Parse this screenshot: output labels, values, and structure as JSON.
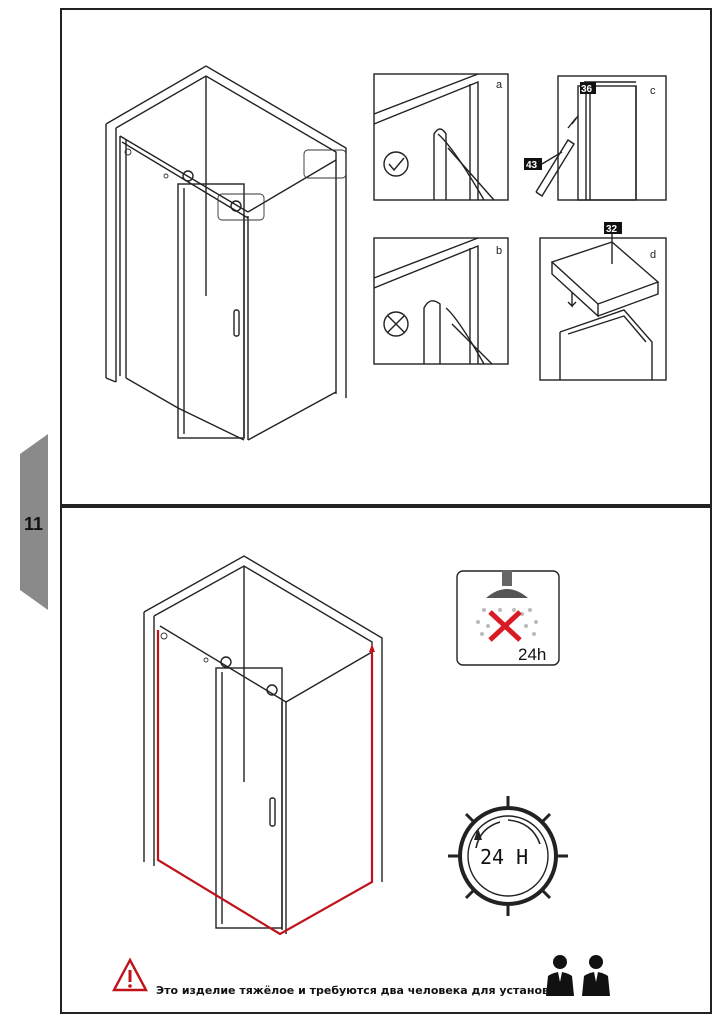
{
  "page": {
    "number": "11"
  },
  "top_panel": {
    "inset_a": {
      "letter": "a"
    },
    "inset_b": {
      "letter": "b"
    },
    "inset_c": {
      "letter": "c",
      "part_top": "36",
      "part_side": "43"
    },
    "inset_d": {
      "letter": "d",
      "part": "32"
    }
  },
  "bottom_panel": {
    "no_shower_badge": {
      "duration": "24h"
    },
    "cure_time_badge": {
      "duration": "24 H"
    },
    "warning": {
      "text": "Это изделие тяжёлое и требуются два человека для установки."
    }
  },
  "colors": {
    "accent_red": "#c0121a",
    "tab_gray": "#8a8a8a",
    "line": "#222222"
  }
}
